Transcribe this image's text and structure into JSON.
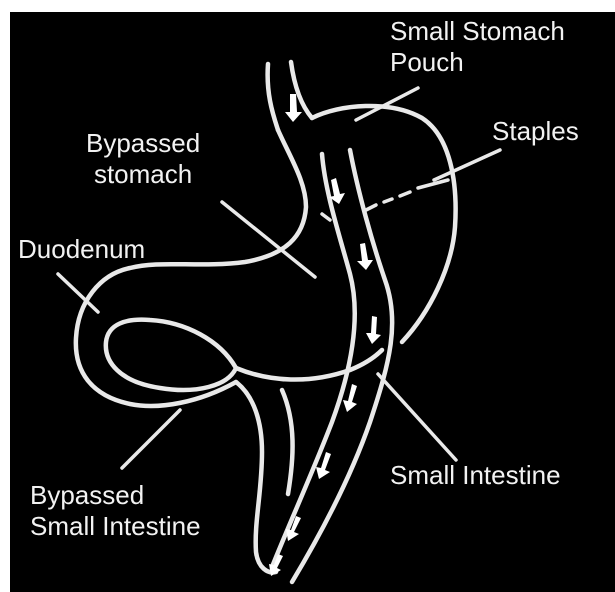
{
  "labels": {
    "small_stomach_pouch": "Small Stomach\nPouch",
    "staples": "Staples",
    "bypassed_stomach": "Bypassed\nstomach",
    "duodenum": "Duodenum",
    "small_intestine": "Small Intestine",
    "bypassed_small_intestine": "Bypassed\nSmall Intestine"
  },
  "colors": {
    "background": "#000000",
    "outline": "#e9e9e9",
    "text": "#f2f2f2"
  }
}
